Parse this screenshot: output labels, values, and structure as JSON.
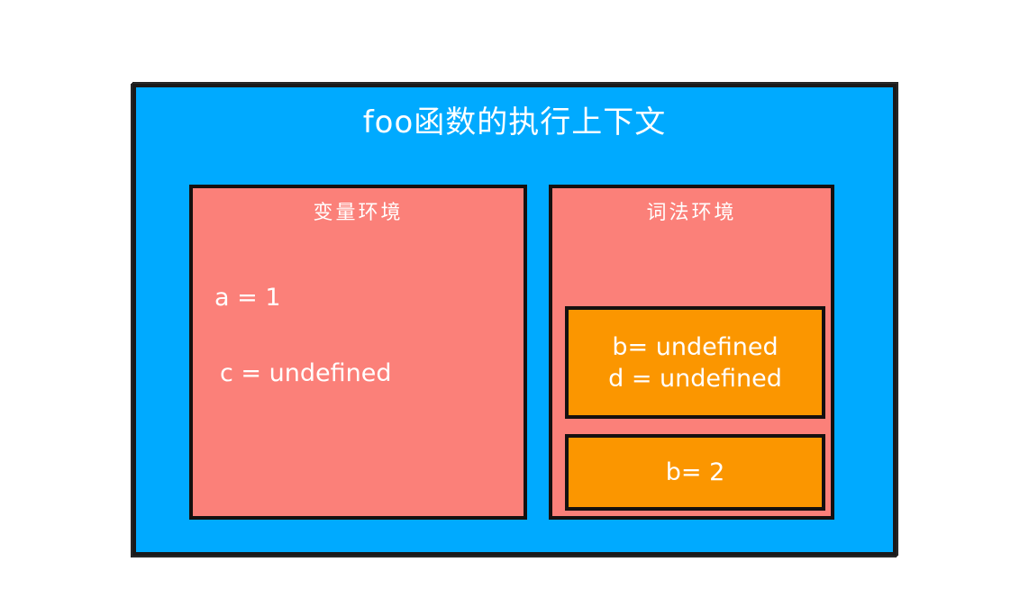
{
  "diagram": {
    "type": "js-execution-context",
    "title": "foo函数的执行上下文",
    "colors": {
      "outer_box": "#00aaff",
      "panel": "#fb8079",
      "binding_box": "#fb9600",
      "border": "#15100f",
      "text": "#ffffff"
    },
    "panels": [
      {
        "id": "variable-environment",
        "title": "变量环境",
        "entries": [
          {
            "id": "a",
            "text": "a = 1"
          },
          {
            "id": "c",
            "text": "c = undefined"
          }
        ],
        "binding_boxes": []
      },
      {
        "id": "lexical-environment",
        "title": "词法环境",
        "entries": [],
        "binding_boxes": [
          {
            "id": "declarative",
            "lines": [
              "b= undefined",
              "d = undefined"
            ]
          },
          {
            "id": "assigned",
            "lines": [
              "b= 2"
            ]
          }
        ]
      }
    ]
  }
}
